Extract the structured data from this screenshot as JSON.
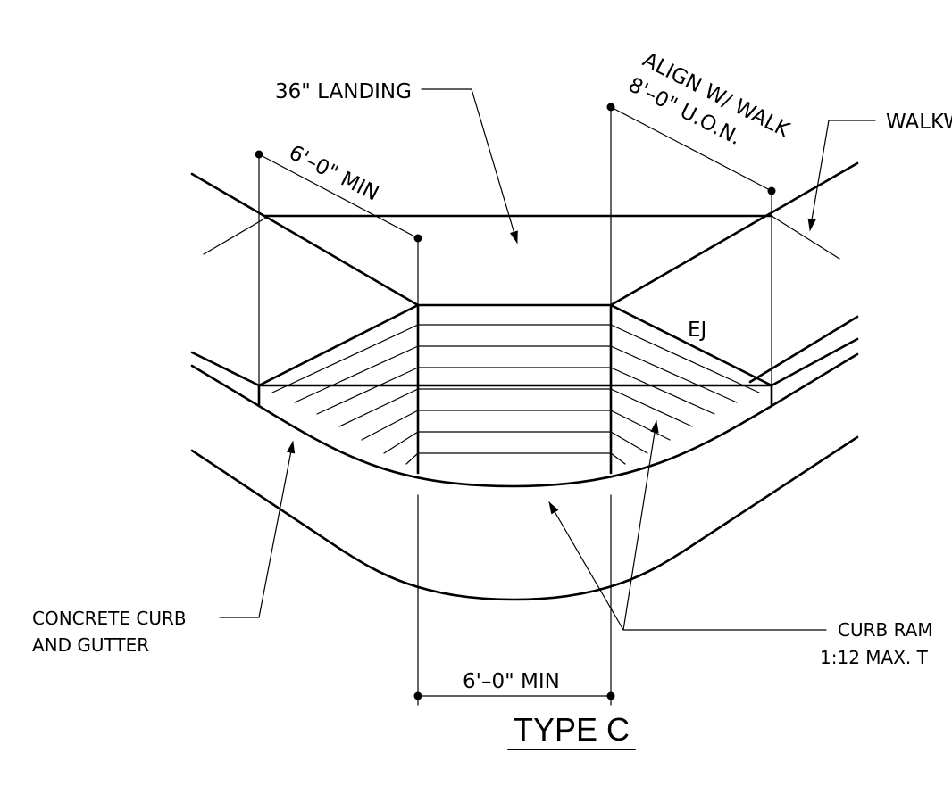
{
  "title": "TYPE C",
  "labels": {
    "landing": "36\" LANDING",
    "align_line1": "ALIGN W/ WALK",
    "align_line2": "8'–0\" U.O.N.",
    "walkway": "WALKW",
    "side_min": "6'–0\" MIN",
    "ej": "EJ",
    "curb_gutter_line1": "CONCRETE CURB",
    "curb_gutter_line2": "AND GUTTER",
    "curb_ramp_line1": "CURB RAM",
    "curb_ramp_line2": "1:12 MAX. T",
    "bottom_min": "6'–0\" MIN"
  }
}
